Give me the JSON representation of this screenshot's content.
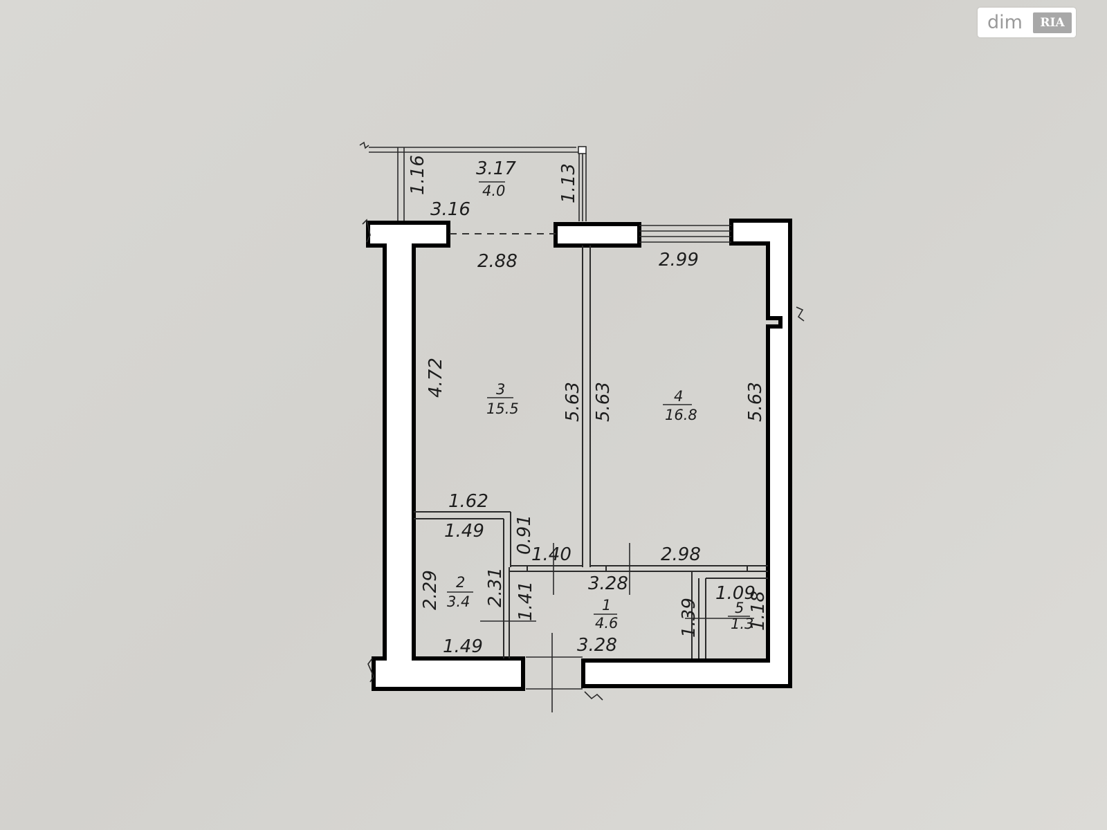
{
  "watermark": {
    "text": "dim",
    "logo": "RIA",
    "logo_icon": "ria-logo-icon"
  },
  "plan": {
    "balcony": {
      "width": "3.17",
      "area": "4.0",
      "left_height": "1.16",
      "right_height": "1.13",
      "inner_width": "3.16"
    },
    "room3": {
      "number": "3",
      "area": "15.5",
      "top_width": "2.88",
      "left_height": "4.72",
      "right_height": "5.63"
    },
    "room4": {
      "number": "4",
      "area": "16.8",
      "top_width": "2.99",
      "left_height": "5.63",
      "right_height": "5.63",
      "bottom_width": "2.98"
    },
    "room2": {
      "number": "2",
      "area": "3.4",
      "top_outer": "1.62",
      "top_width": "1.49",
      "left_height": "2.29",
      "right_height": "2.31",
      "bottom_width": "1.49",
      "notch_height": "0.91"
    },
    "room1": {
      "number": "1",
      "area": "4.6",
      "top_width": "3.28",
      "bottom_width": "3.28",
      "left_height": "1.41",
      "right_height": "1.39",
      "upper_left": "1.40"
    },
    "room5": {
      "number": "5",
      "area": "1.3",
      "width": "1.09",
      "height": "1.18"
    }
  }
}
